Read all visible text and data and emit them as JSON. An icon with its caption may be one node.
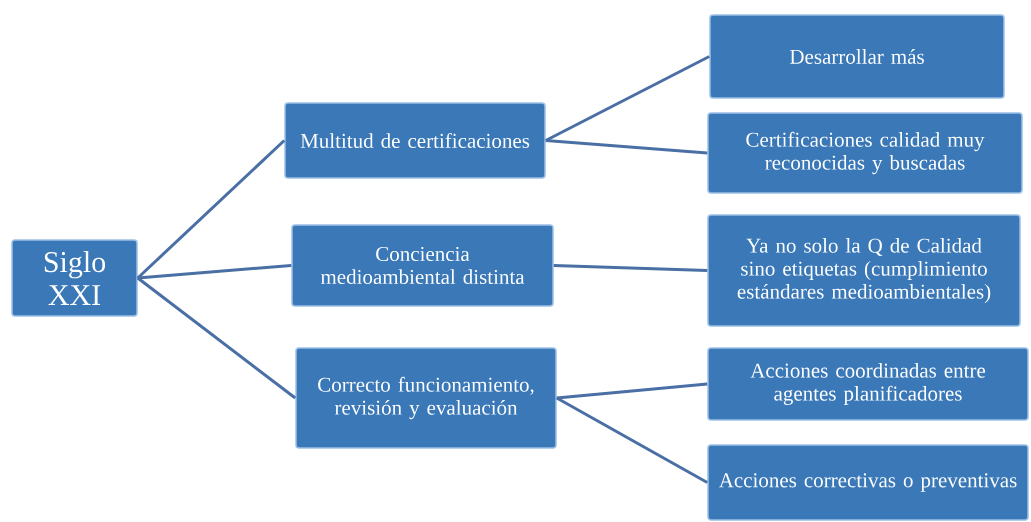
{
  "diagram": {
    "nodes": [
      {
        "text": [
          "Siglo XXI"
        ]
      },
      {
        "text": [
          "Multitud de certificaciones"
        ]
      },
      {
        "text": [
          "Conciencia medioambiental distinta"
        ]
      },
      {
        "text": [
          "Correcto funcionamiento, revisión y evaluación"
        ]
      },
      {
        "text": [
          "Desarrollar más"
        ]
      },
      {
        "text": [
          "Certificaciones calidad muy reconocidas y buscadas"
        ]
      },
      {
        "text": [
          "Ya no solo la Q de Calidad sino etiquetas (cumplimiento estándares medioambientales)"
        ]
      },
      {
        "text": [
          "Acciones coordinadas entre agentes planificadores"
        ]
      },
      {
        "text": [
          "Acciones correctivas o preventivas"
        ]
      }
    ],
    "edges": [
      {
        "from": 0,
        "to": 1,
        "arrow": "none"
      },
      {
        "from": 0,
        "to": 2,
        "arrow": "none"
      },
      {
        "from": 0,
        "to": 3,
        "arrow": "none"
      },
      {
        "from": 1,
        "to": 4,
        "arrow": "none"
      },
      {
        "from": 1,
        "to": 5,
        "arrow": "none"
      },
      {
        "from": 2,
        "to": 6,
        "arrow": "none"
      },
      {
        "from": 3,
        "to": 7,
        "arrow": "none"
      },
      {
        "from": 3,
        "to": 8,
        "arrow": "none"
      }
    ]
  }
}
